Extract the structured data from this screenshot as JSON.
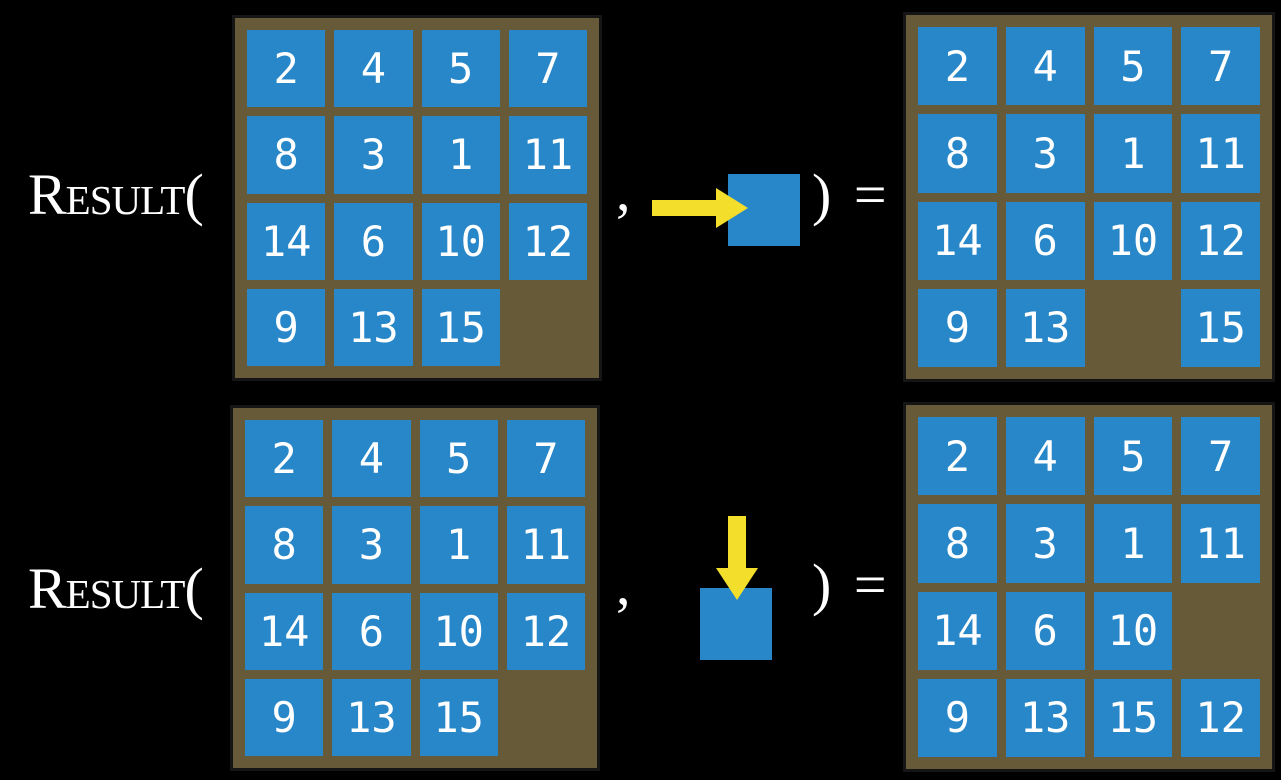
{
  "colors": {
    "background": "#000000",
    "text": "#ffffff",
    "frame": "#675a38",
    "frame_border": "#151515",
    "tile": "#2787c9",
    "tile_text": "#ffffff",
    "arrow": "#f3df2b"
  },
  "figure": {
    "examples": [
      {
        "function_label": "Result(",
        "comma": ",",
        "close_label": ") =",
        "action_icon": "right-arrow-into-blank-square",
        "state": [
          [
            "2",
            "4",
            "5",
            "7"
          ],
          [
            "8",
            "3",
            "1",
            "11"
          ],
          [
            "14",
            "6",
            "10",
            "12"
          ],
          [
            "9",
            "13",
            "15",
            ""
          ]
        ],
        "result": [
          [
            "2",
            "4",
            "5",
            "7"
          ],
          [
            "8",
            "3",
            "1",
            "11"
          ],
          [
            "14",
            "6",
            "10",
            "12"
          ],
          [
            "9",
            "13",
            "",
            "15"
          ]
        ]
      },
      {
        "function_label": "Result(",
        "comma": ",",
        "close_label": ") =",
        "action_icon": "down-arrow-into-blank-square",
        "state": [
          [
            "2",
            "4",
            "5",
            "7"
          ],
          [
            "8",
            "3",
            "1",
            "11"
          ],
          [
            "14",
            "6",
            "10",
            "12"
          ],
          [
            "9",
            "13",
            "15",
            ""
          ]
        ],
        "result": [
          [
            "2",
            "4",
            "5",
            "7"
          ],
          [
            "8",
            "3",
            "1",
            "11"
          ],
          [
            "14",
            "6",
            "10",
            ""
          ],
          [
            "9",
            "13",
            "15",
            "12"
          ]
        ]
      }
    ]
  }
}
